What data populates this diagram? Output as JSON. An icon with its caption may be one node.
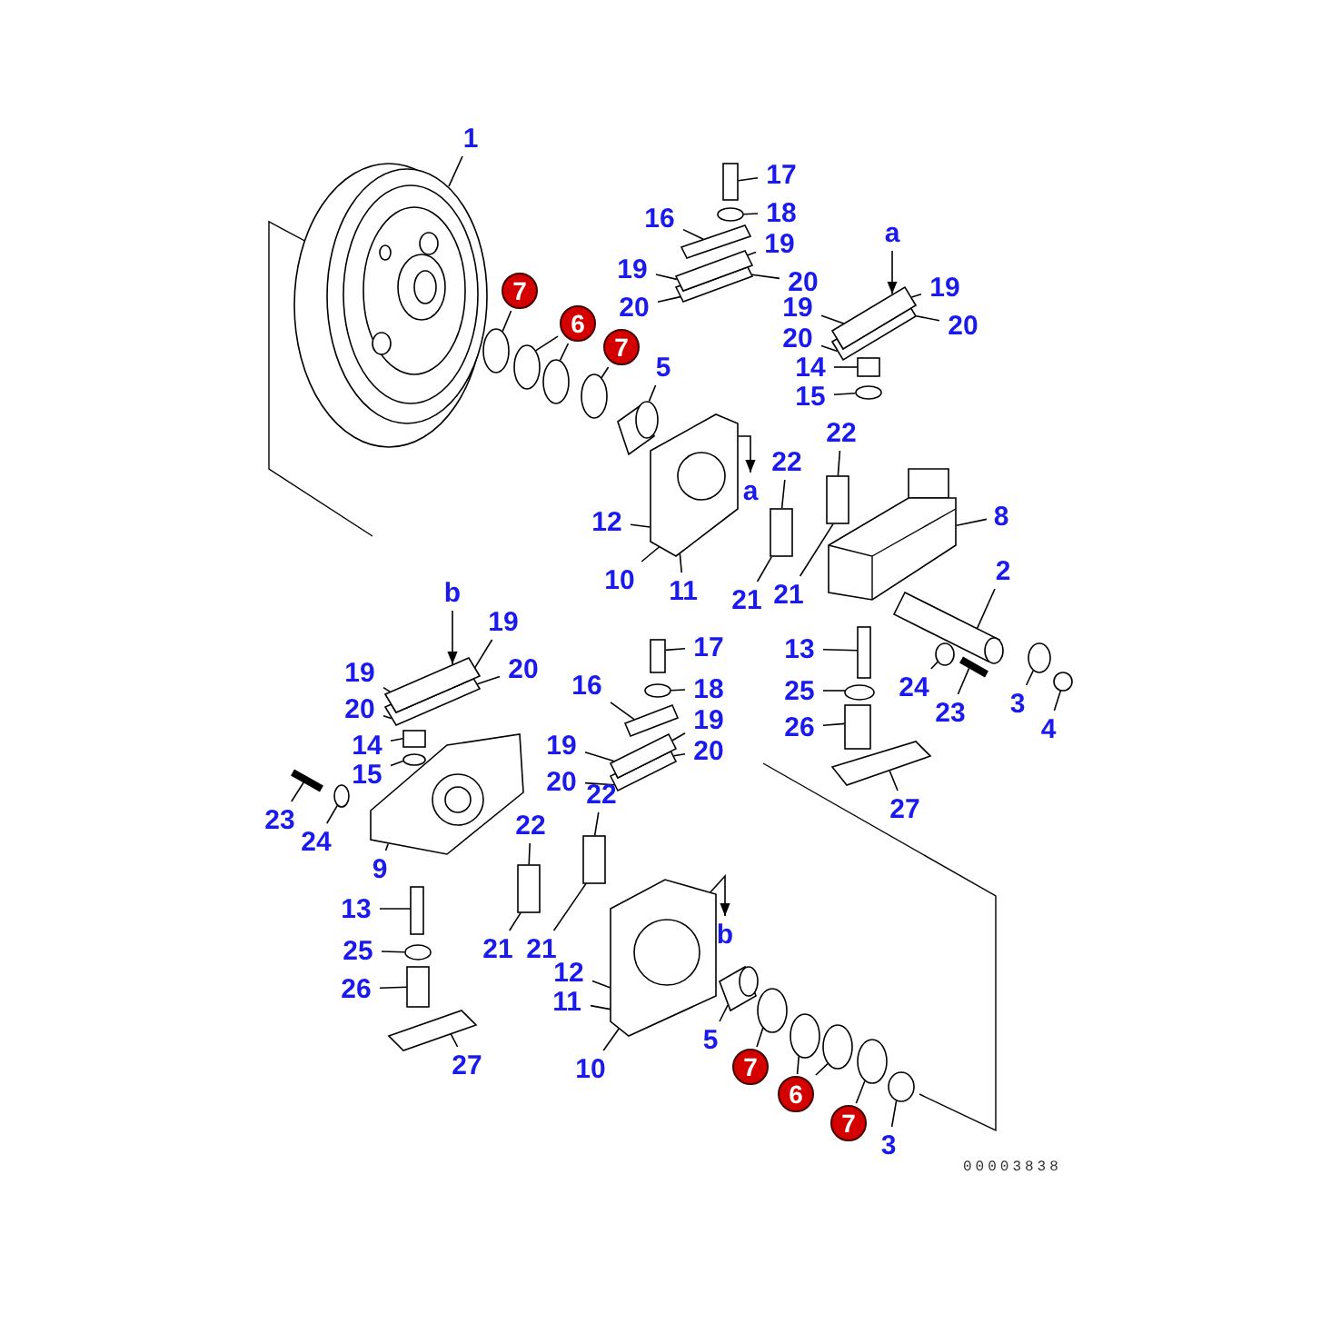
{
  "diagram": {
    "nodes": [
      {
        "text": [
          "1"
        ]
      },
      {
        "text": [
          "7"
        ]
      },
      {
        "text": [
          "6"
        ]
      },
      {
        "text": [
          "7"
        ]
      },
      {
        "text": [
          "5"
        ]
      },
      {
        "text": [
          "17"
        ]
      },
      {
        "text": [
          "18"
        ]
      },
      {
        "text": [
          "16"
        ]
      },
      {
        "text": [
          "19"
        ]
      },
      {
        "text": [
          "19"
        ]
      },
      {
        "text": [
          "20"
        ]
      },
      {
        "text": [
          "20"
        ]
      },
      {
        "text": [
          "a"
        ]
      },
      {
        "text": [
          "19"
        ]
      },
      {
        "text": [
          "20"
        ]
      },
      {
        "text": [
          "19"
        ]
      },
      {
        "text": [
          "20"
        ]
      },
      {
        "text": [
          "14"
        ]
      },
      {
        "text": [
          "15"
        ]
      },
      {
        "text": [
          "22"
        ]
      },
      {
        "text": [
          "22"
        ]
      },
      {
        "text": [
          "a"
        ]
      },
      {
        "text": [
          "12"
        ]
      },
      {
        "text": [
          "10"
        ]
      },
      {
        "text": [
          "11"
        ]
      },
      {
        "text": [
          "21"
        ]
      },
      {
        "text": [
          "21"
        ]
      },
      {
        "text": [
          "8"
        ]
      },
      {
        "text": [
          "2"
        ]
      },
      {
        "text": [
          "13"
        ]
      },
      {
        "text": [
          "25"
        ]
      },
      {
        "text": [
          "26"
        ]
      },
      {
        "text": [
          "24"
        ]
      },
      {
        "text": [
          "23"
        ]
      },
      {
        "text": [
          "3"
        ]
      },
      {
        "text": [
          "4"
        ]
      },
      {
        "text": [
          "27"
        ]
      },
      {
        "text": [
          "b"
        ]
      },
      {
        "text": [
          "19"
        ]
      },
      {
        "text": [
          "20"
        ]
      },
      {
        "text": [
          "19"
        ]
      },
      {
        "text": [
          "20"
        ]
      },
      {
        "text": [
          "14"
        ]
      },
      {
        "text": [
          "15"
        ]
      },
      {
        "text": [
          "23"
        ]
      },
      {
        "text": [
          "24"
        ]
      },
      {
        "text": [
          "9"
        ]
      },
      {
        "text": [
          "13"
        ]
      },
      {
        "text": [
          "25"
        ]
      },
      {
        "text": [
          "26"
        ]
      },
      {
        "text": [
          "27"
        ]
      },
      {
        "text": [
          "17"
        ]
      },
      {
        "text": [
          "18"
        ]
      },
      {
        "text": [
          "16"
        ]
      },
      {
        "text": [
          "19"
        ]
      },
      {
        "text": [
          "19"
        ]
      },
      {
        "text": [
          "20"
        ]
      },
      {
        "text": [
          "20"
        ]
      },
      {
        "text": [
          "22"
        ]
      },
      {
        "text": [
          "22"
        ]
      },
      {
        "text": [
          "21"
        ]
      },
      {
        "text": [
          "21"
        ]
      },
      {
        "text": [
          "12"
        ]
      },
      {
        "text": [
          "11"
        ]
      },
      {
        "text": [
          "10"
        ]
      },
      {
        "text": [
          "b"
        ]
      },
      {
        "text": [
          "5"
        ]
      },
      {
        "text": [
          "7"
        ]
      },
      {
        "text": [
          "6"
        ]
      },
      {
        "text": [
          "7"
        ]
      },
      {
        "text": [
          "3"
        ]
      },
      {
        "text": [],
        "shape": "picture"
      },
      {
        "text": [],
        "shape": "circle"
      },
      {
        "text": [],
        "shape": "circle"
      },
      {
        "text": [],
        "shape": "circle"
      },
      {
        "text": [],
        "shape": "circle"
      },
      {
        "text": [],
        "shape": "picture"
      },
      {
        "text": [],
        "shape": "box"
      },
      {
        "text": [],
        "shape": "circle"
      },
      {
        "text": [],
        "shape": "picture"
      },
      {
        "text": [],
        "shape": "picture"
      },
      {
        "text": [],
        "shape": "picture"
      },
      {
        "text": [],
        "shape": "picture"
      },
      {
        "text": [],
        "shape": "picture"
      },
      {
        "text": [],
        "shape": "box"
      },
      {
        "text": [],
        "shape": "circle"
      },
      {
        "text": [],
        "shape": "box"
      },
      {
        "text": [],
        "shape": "box"
      },
      {
        "text": [],
        "shape": "picture"
      },
      {
        "text": [],
        "shape": "picture"
      },
      {
        "text": [],
        "shape": "picture"
      },
      {
        "text": [],
        "shape": "box"
      },
      {
        "text": [],
        "shape": "circle"
      },
      {
        "text": [],
        "shape": "box"
      },
      {
        "text": [],
        "shape": "circle"
      },
      {
        "text": [],
        "shape": "bar"
      },
      {
        "text": [],
        "shape": "circle"
      },
      {
        "text": [],
        "shape": "circle"
      },
      {
        "text": [],
        "shape": "picture"
      },
      {
        "text": [],
        "shape": "picture"
      },
      {
        "text": [],
        "shape": "picture"
      },
      {
        "text": [],
        "shape": "box"
      },
      {
        "text": [],
        "shape": "circle"
      },
      {
        "text": [],
        "shape": "bar"
      },
      {
        "text": [],
        "shape": "circle"
      },
      {
        "text": [],
        "shape": "picture"
      },
      {
        "text": [],
        "shape": "box"
      },
      {
        "text": [],
        "shape": "circle"
      },
      {
        "text": [],
        "shape": "box"
      },
      {
        "text": [],
        "shape": "picture"
      },
      {
        "text": [],
        "shape": "box"
      },
      {
        "text": [],
        "shape": "circle"
      },
      {
        "text": [],
        "shape": "picture"
      },
      {
        "text": [],
        "shape": "picture"
      },
      {
        "text": [],
        "shape": "picture"
      },
      {
        "text": [],
        "shape": "box"
      },
      {
        "text": [],
        "shape": "box"
      },
      {
        "text": [],
        "shape": "picture"
      },
      {
        "text": [],
        "shape": "picture"
      },
      {
        "text": [],
        "shape": "circle"
      },
      {
        "text": [],
        "shape": "circle"
      },
      {
        "text": [],
        "shape": "circle"
      },
      {
        "text": [],
        "shape": "circle"
      },
      {
        "text": [],
        "shape": "circle"
      }
    ],
    "edges": [
      {
        "from": 0,
        "to": 71,
        "arrow": "none"
      },
      {
        "from": 1,
        "to": 72,
        "arrow": "none"
      },
      {
        "from": 2,
        "to": 73,
        "arrow": "none"
      },
      {
        "from": 2,
        "to": 74,
        "arrow": "none"
      },
      {
        "from": 3,
        "to": 75,
        "arrow": "none"
      },
      {
        "from": 4,
        "to": 76,
        "arrow": "none"
      },
      {
        "from": 5,
        "to": 77,
        "arrow": "none"
      },
      {
        "from": 6,
        "to": 78,
        "arrow": "none"
      },
      {
        "from": 7,
        "to": 79,
        "arrow": "none"
      },
      {
        "from": 8,
        "to": 80,
        "arrow": "none"
      },
      {
        "from": 9,
        "to": 80,
        "arrow": "none"
      },
      {
        "from": 10,
        "to": 81,
        "arrow": "none"
      },
      {
        "from": 11,
        "to": 81,
        "arrow": "none"
      },
      {
        "from": 12,
        "to": 82,
        "arrow": "to"
      },
      {
        "from": 13,
        "to": 82,
        "arrow": "none"
      },
      {
        "from": 14,
        "to": 83,
        "arrow": "none"
      },
      {
        "from": 15,
        "to": 82,
        "arrow": "none"
      },
      {
        "from": 16,
        "to": 83,
        "arrow": "none"
      },
      {
        "from": 17,
        "to": 84,
        "arrow": "none"
      },
      {
        "from": 18,
        "to": 85,
        "arrow": "none"
      },
      {
        "from": 19,
        "to": 86,
        "arrow": "none"
      },
      {
        "from": 20,
        "to": 87,
        "arrow": "none"
      },
      {
        "from": 88,
        "to": 21,
        "arrow": "to"
      },
      {
        "from": 22,
        "to": 88,
        "arrow": "none"
      },
      {
        "from": 23,
        "to": 88,
        "arrow": "none"
      },
      {
        "from": 24,
        "to": 88,
        "arrow": "none"
      },
      {
        "from": 25,
        "to": 87,
        "arrow": "none"
      },
      {
        "from": 26,
        "to": 86,
        "arrow": "none"
      },
      {
        "from": 27,
        "to": 89,
        "arrow": "none"
      },
      {
        "from": 28,
        "to": 90,
        "arrow": "none"
      },
      {
        "from": 29,
        "to": 91,
        "arrow": "none"
      },
      {
        "from": 30,
        "to": 92,
        "arrow": "none"
      },
      {
        "from": 31,
        "to": 93,
        "arrow": "none"
      },
      {
        "from": 32,
        "to": 94,
        "arrow": "none"
      },
      {
        "from": 33,
        "to": 95,
        "arrow": "none"
      },
      {
        "from": 34,
        "to": 96,
        "arrow": "none"
      },
      {
        "from": 35,
        "to": 97,
        "arrow": "none"
      },
      {
        "from": 36,
        "to": 98,
        "arrow": "none"
      },
      {
        "from": 37,
        "to": 99,
        "arrow": "to"
      },
      {
        "from": 38,
        "to": 99,
        "arrow": "none"
      },
      {
        "from": 39,
        "to": 100,
        "arrow": "none"
      },
      {
        "from": 40,
        "to": 99,
        "arrow": "none"
      },
      {
        "from": 41,
        "to": 100,
        "arrow": "none"
      },
      {
        "from": 42,
        "to": 101,
        "arrow": "none"
      },
      {
        "from": 43,
        "to": 102,
        "arrow": "none"
      },
      {
        "from": 44,
        "to": 103,
        "arrow": "none"
      },
      {
        "from": 45,
        "to": 104,
        "arrow": "none"
      },
      {
        "from": 46,
        "to": 105,
        "arrow": "none"
      },
      {
        "from": 47,
        "to": 106,
        "arrow": "none"
      },
      {
        "from": 48,
        "to": 107,
        "arrow": "none"
      },
      {
        "from": 49,
        "to": 108,
        "arrow": "none"
      },
      {
        "from": 50,
        "to": 109,
        "arrow": "none"
      },
      {
        "from": 51,
        "to": 110,
        "arrow": "none"
      },
      {
        "from": 52,
        "to": 111,
        "arrow": "none"
      },
      {
        "from": 53,
        "to": 112,
        "arrow": "none"
      },
      {
        "from": 54,
        "to": 113,
        "arrow": "none"
      },
      {
        "from": 55,
        "to": 113,
        "arrow": "none"
      },
      {
        "from": 56,
        "to": 114,
        "arrow": "none"
      },
      {
        "from": 57,
        "to": 114,
        "arrow": "none"
      },
      {
        "from": 58,
        "to": 115,
        "arrow": "none"
      },
      {
        "from": 59,
        "to": 116,
        "arrow": "none"
      },
      {
        "from": 60,
        "to": 116,
        "arrow": "none"
      },
      {
        "from": 61,
        "to": 115,
        "arrow": "none"
      },
      {
        "from": 62,
        "to": 117,
        "arrow": "none"
      },
      {
        "from": 63,
        "to": 117,
        "arrow": "none"
      },
      {
        "from": 64,
        "to": 117,
        "arrow": "none"
      },
      {
        "from": 117,
        "to": 65,
        "arrow": "to"
      },
      {
        "from": 66,
        "to": 118,
        "arrow": "none"
      },
      {
        "from": 67,
        "to": 119,
        "arrow": "none"
      },
      {
        "from": 68,
        "to": 120,
        "arrow": "none"
      },
      {
        "from": 68,
        "to": 121,
        "arrow": "none"
      },
      {
        "from": 69,
        "to": 122,
        "arrow": "none"
      },
      {
        "from": 70,
        "to": 123,
        "arrow": "none"
      }
    ],
    "labels": [
      "00003838"
    ]
  }
}
